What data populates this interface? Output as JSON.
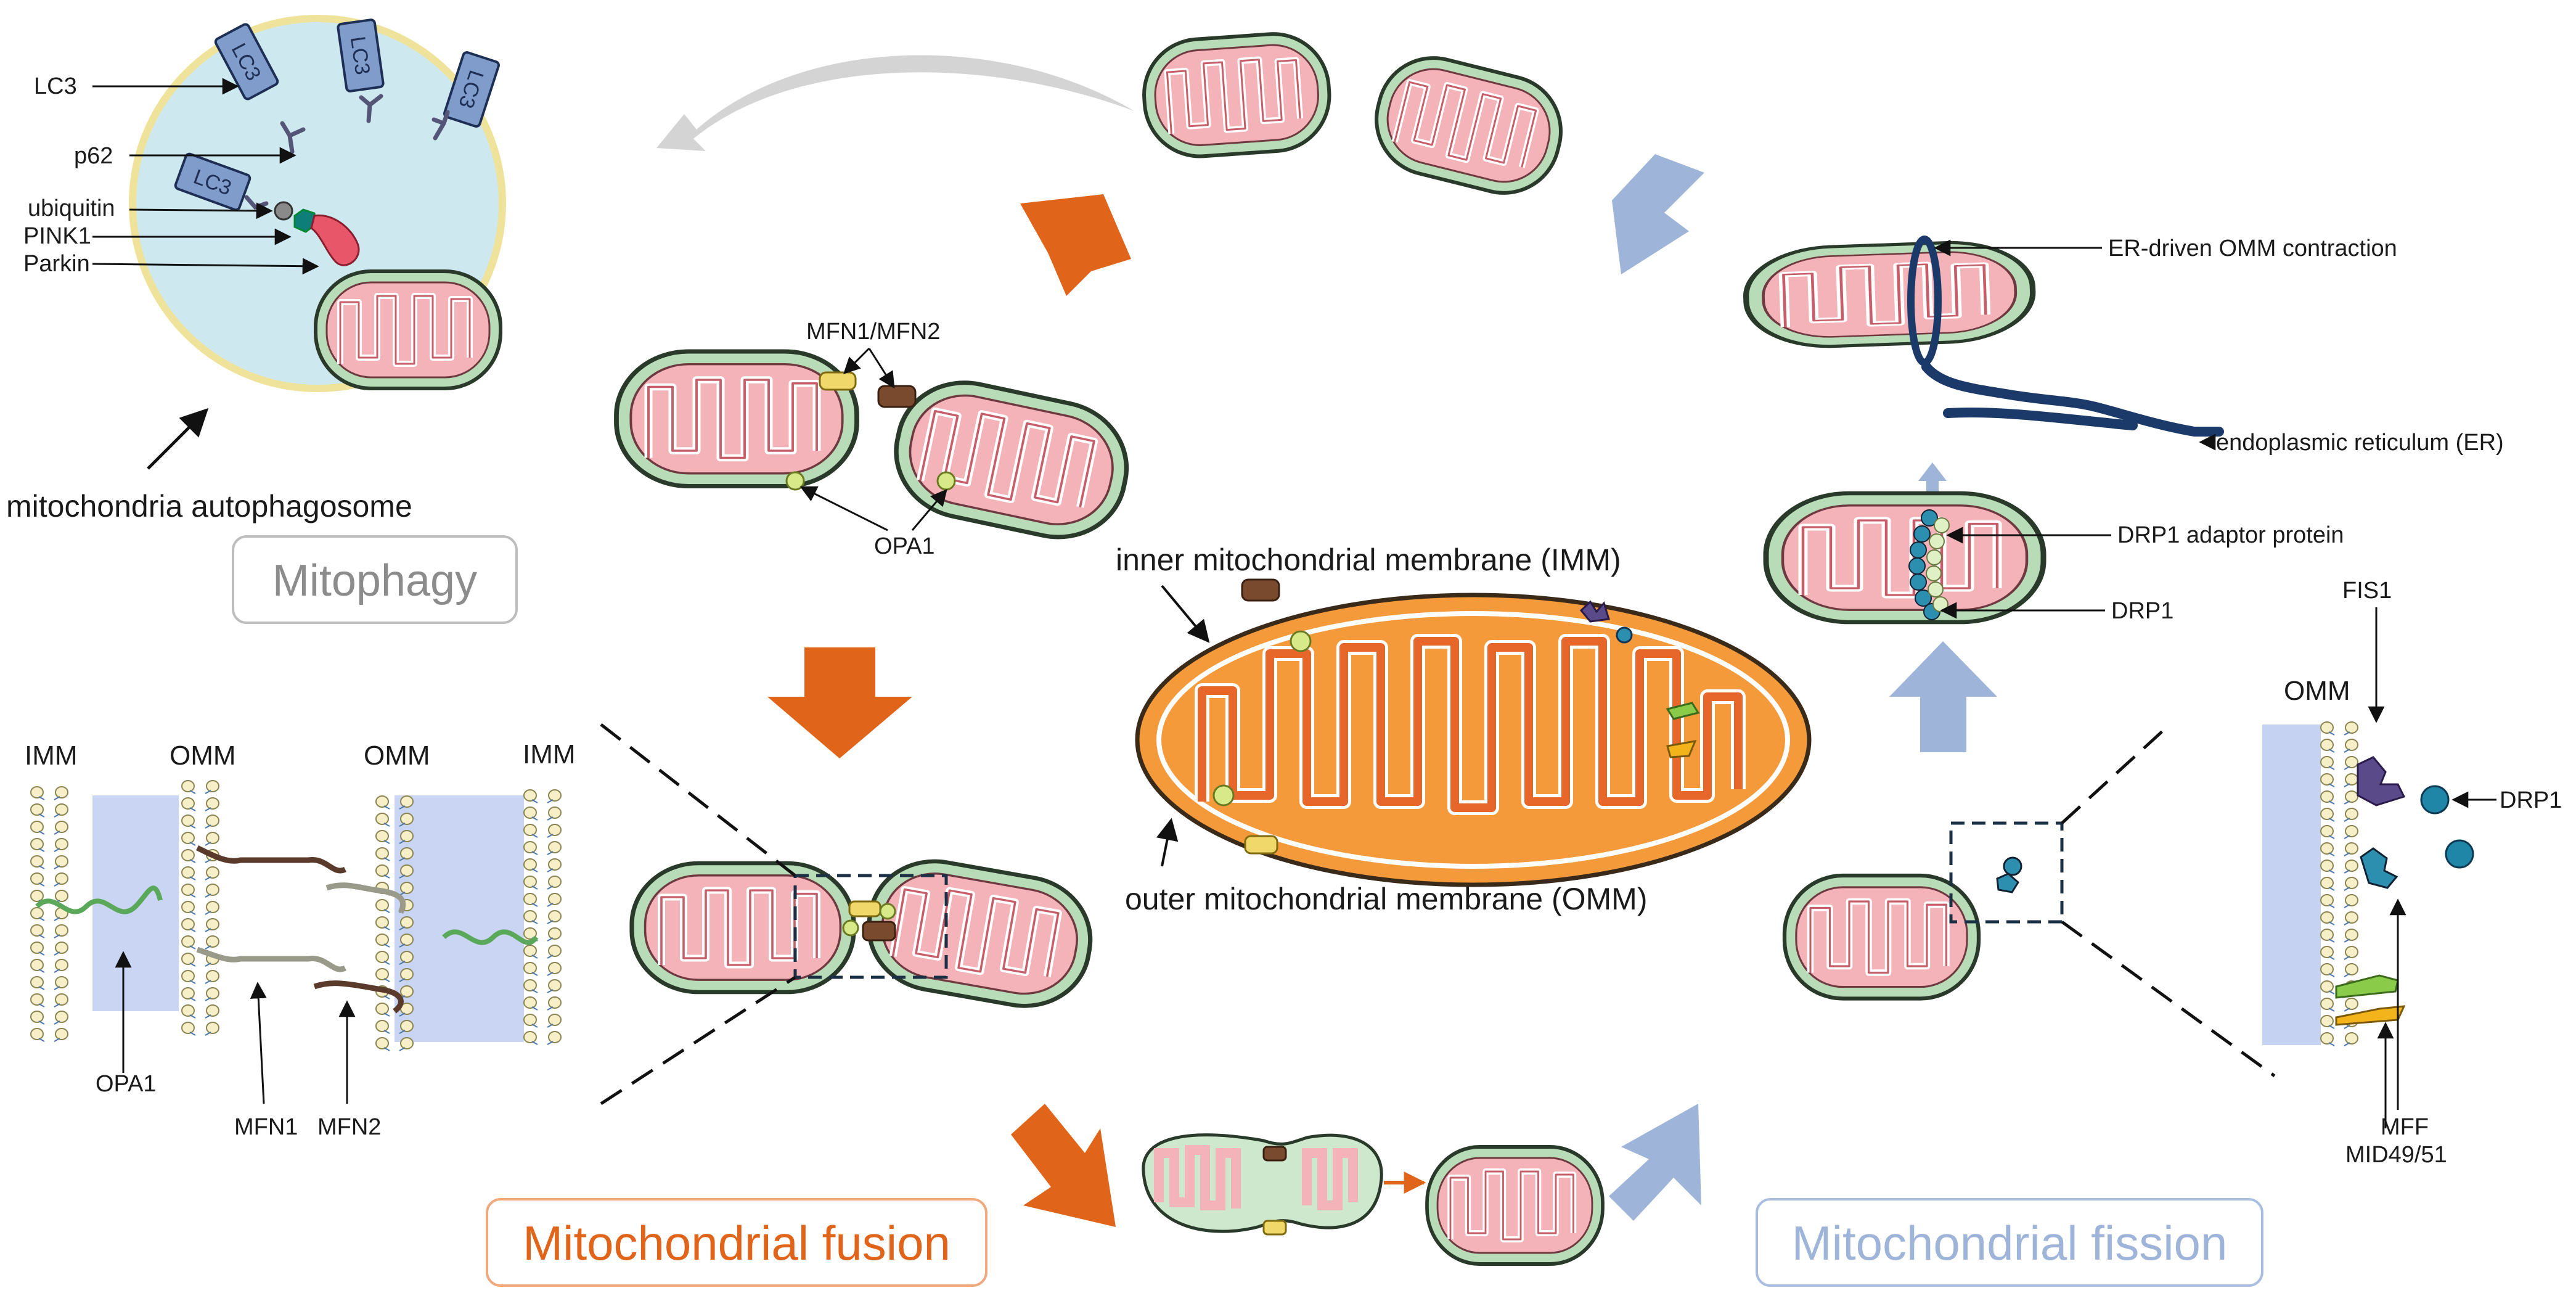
{
  "processes": {
    "mitophagy": "Mitophagy",
    "fusion": "Mitochondrial fusion",
    "fission": "Mitochondrial fission"
  },
  "mitophagy_labels": {
    "lc3": "LC3",
    "p62": "p62",
    "ubiquitin": "ubiquitin",
    "pink1": "PINK1",
    "parkin": "Parkin",
    "autophagosome": "mitochondria autophagosome",
    "lc3_tag": "LC3"
  },
  "fusion_labels": {
    "mfn1_mfn2": "MFN1/MFN2",
    "opa1": "OPA1",
    "imm_left": "IMM",
    "omm_left": "OMM",
    "omm_right": "OMM",
    "imm_right": "IMM",
    "opa1_bottom": "OPA1",
    "mfn1": "MFN1",
    "mfn2": "MFN2"
  },
  "center_labels": {
    "imm": "inner mitochondrial membrane (IMM)",
    "omm": "outer mitochondrial membrane (OMM)"
  },
  "fission_labels": {
    "er_contraction": "ER-driven OMM contraction",
    "er": "endoplasmic reticulum (ER)",
    "drp1_adaptor": "DRP1 adaptor protein",
    "drp1": "DRP1",
    "fis1": "FIS1",
    "omm": "OMM",
    "drp1_right": "DRP1",
    "mff": "MFF",
    "mid49_51": "MID49/51"
  },
  "colors": {
    "fusion_accent": "#e0641a",
    "fission_accent": "#9fb4d9",
    "mitophagy_accent": "#8c8c8c",
    "mito_outer": "#b9dcb8",
    "mito_inner": "#f4b3b8",
    "autophagosome_fill": "#cde9ef",
    "center_mito": "#f59a3a"
  },
  "icons": [
    "orange-arrow-icon",
    "blue-arrow-icon",
    "gray-curved-arrow-icon",
    "mitochondrion-icon",
    "lipid-bilayer-icon"
  ]
}
